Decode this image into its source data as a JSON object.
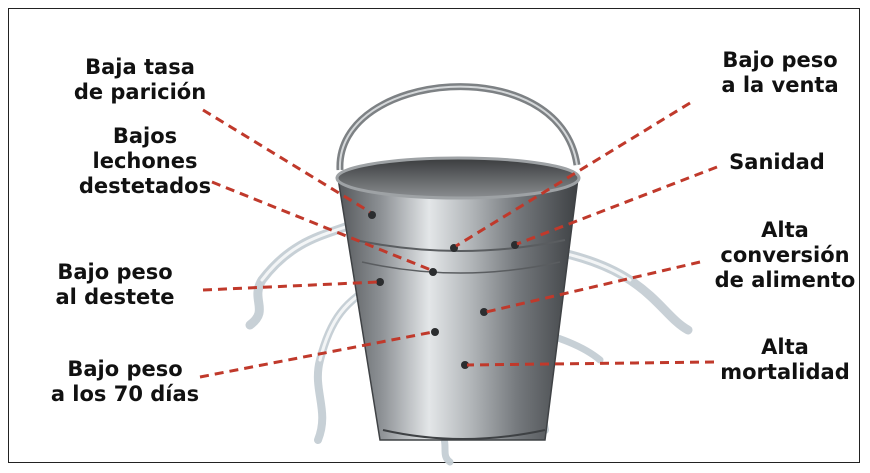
{
  "labels": {
    "baja_tasa_paricion": "Baja tasa\nde parición",
    "bajos_lechones_destetados": "Bajos\nlechones\ndestetados",
    "bajo_peso_destete": "Bajo peso\nal destete",
    "bajo_peso_70_dias": "Bajo peso\na los 70 días",
    "bajo_peso_venta": "Bajo peso\na la venta",
    "sanidad": "Sanidad",
    "alta_conversion": "Alta\nconversión\nde alimento",
    "alta_mortalidad": "Alta\nmortalidad"
  },
  "colors": {
    "dash": "#c0392b",
    "metal_dark": "#4a4d50",
    "metal_light": "#d9dcdf",
    "water": "#c9d2d8"
  }
}
